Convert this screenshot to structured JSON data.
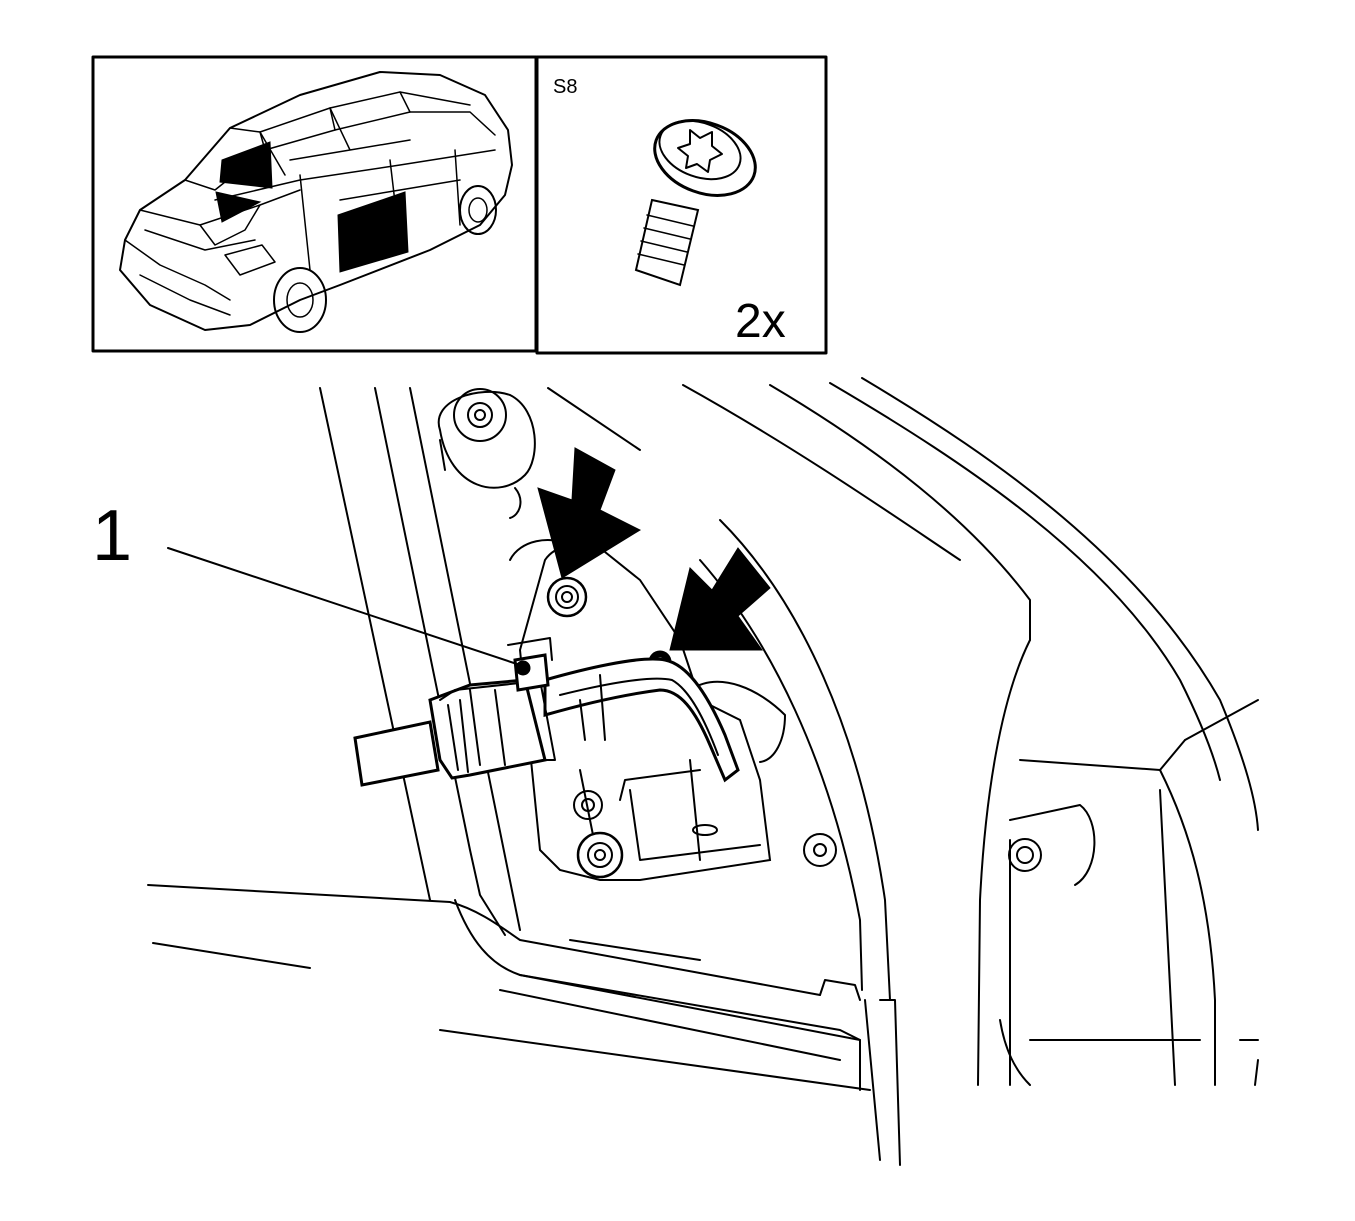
{
  "inset_fastener": {
    "part_code": "S8",
    "quantity": "2x",
    "icon": "torx-bolt-icon"
  },
  "inset_vehicle": {
    "icon": "vehicle-location-icon"
  },
  "callouts": [
    {
      "label": "1"
    }
  ],
  "arrows": {
    "icon": "arrow-down-left-icon",
    "count": 2
  },
  "colors": {
    "ink": "#000000",
    "paper": "#ffffff"
  }
}
